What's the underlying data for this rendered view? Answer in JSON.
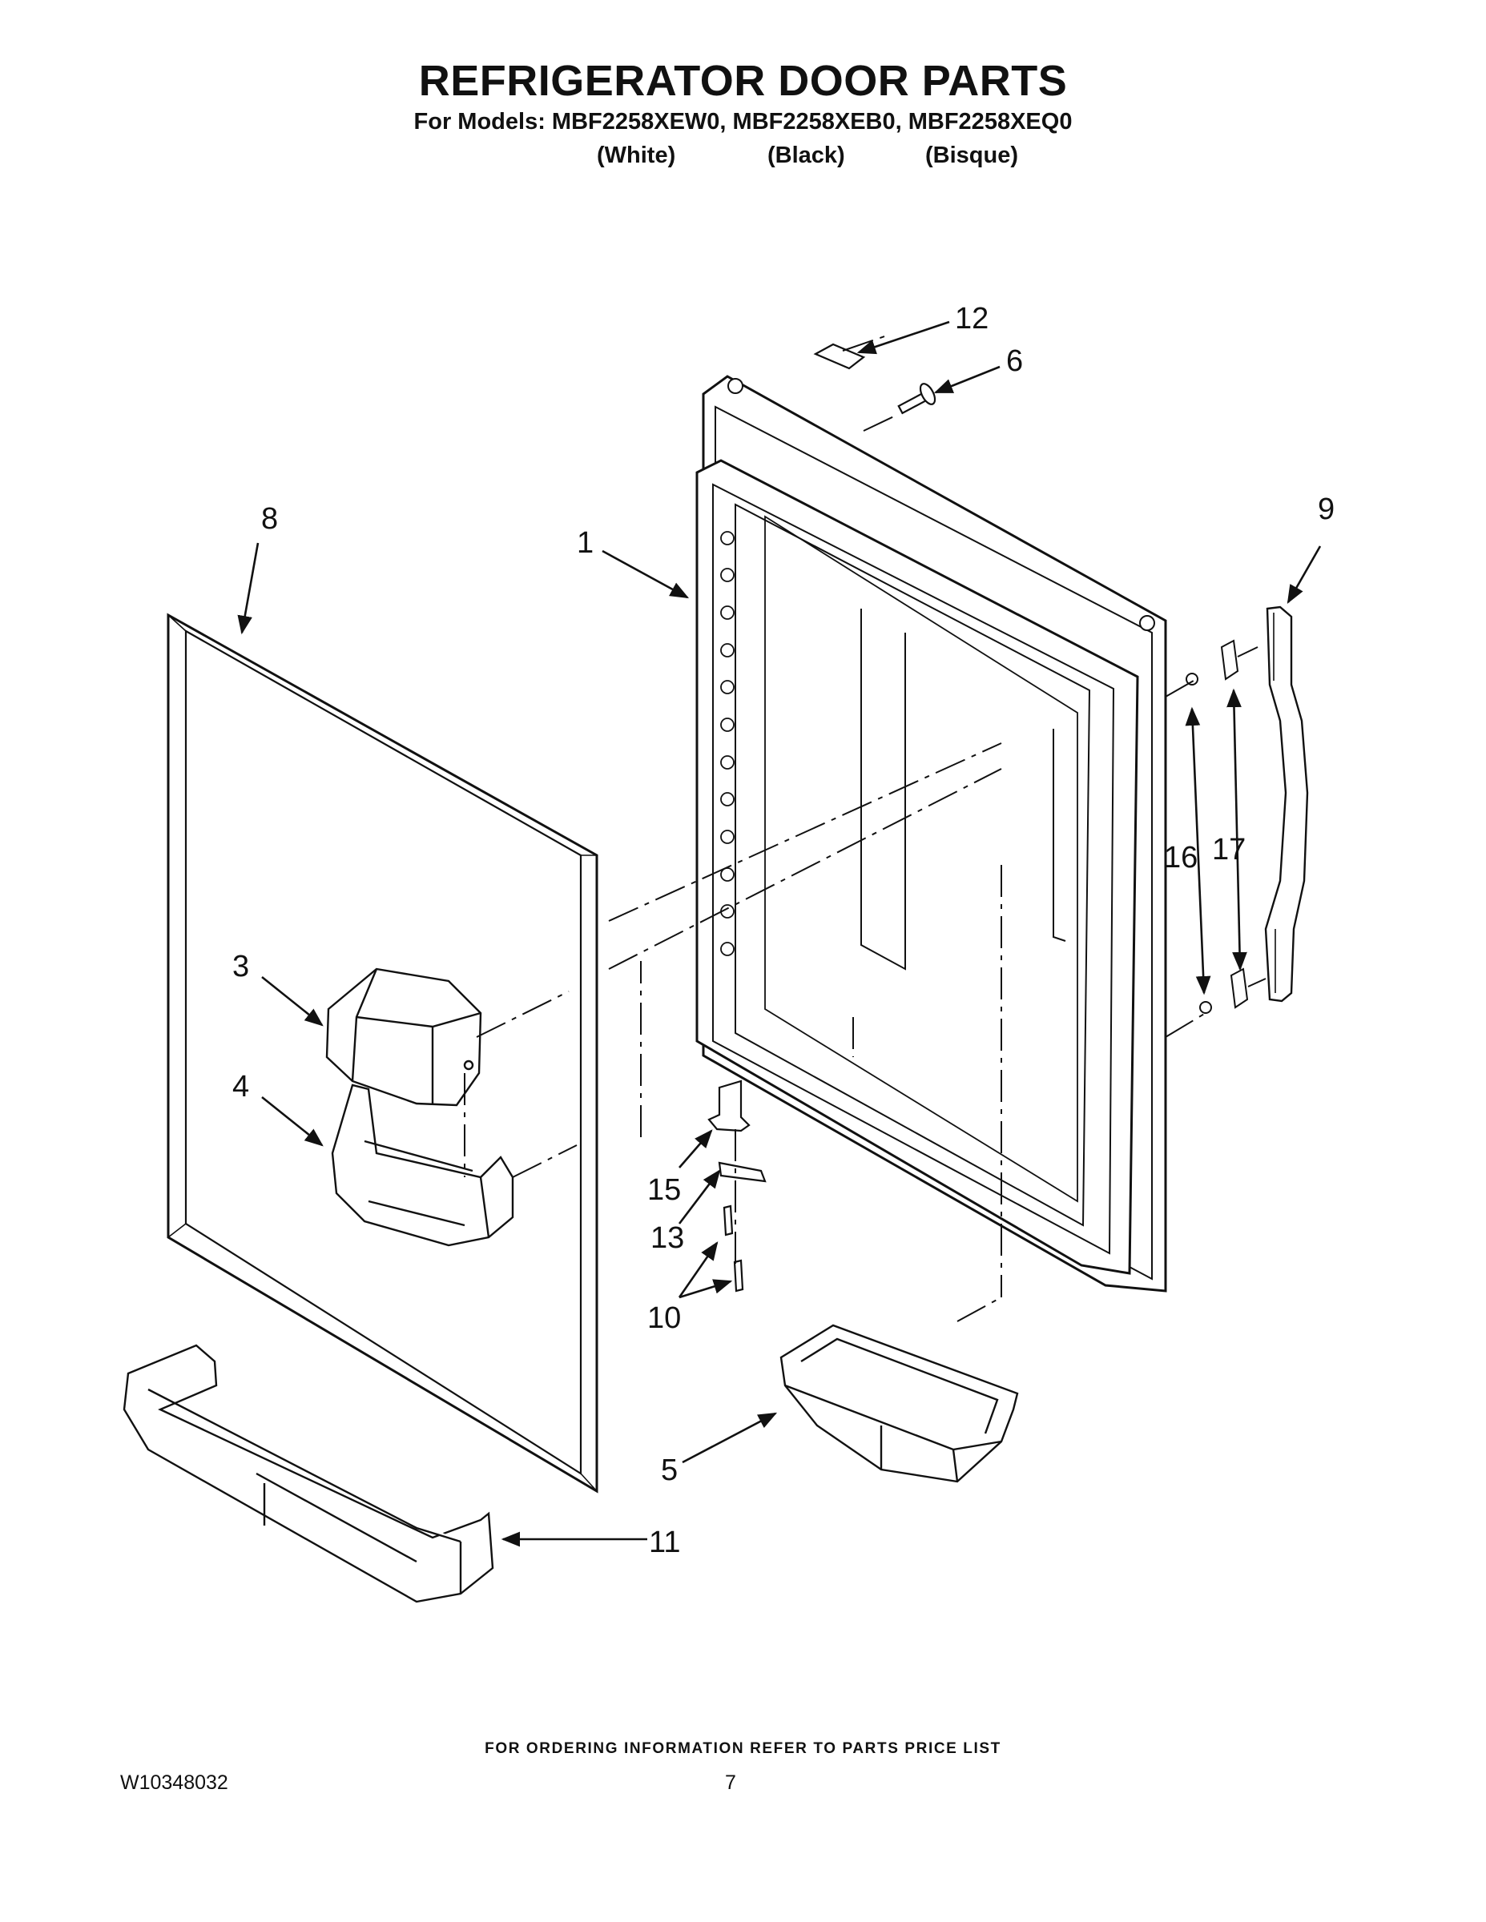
{
  "header": {
    "title": "REFRIGERATOR DOOR PARTS",
    "models_line": "For Models: MBF2258XEW0, MBF2258XEB0, MBF2258XEQ0",
    "colors": [
      "(White)",
      "(Black)",
      "(Bisque)"
    ]
  },
  "callouts": [
    "1",
    "3",
    "4",
    "5",
    "6",
    "8",
    "9",
    "10",
    "11",
    "12",
    "13",
    "15",
    "16",
    "17"
  ],
  "footer": {
    "ordering_note": "FOR ORDERING INFORMATION REFER TO PARTS PRICE LIST",
    "document_number": "W10348032",
    "page_number": "7"
  }
}
